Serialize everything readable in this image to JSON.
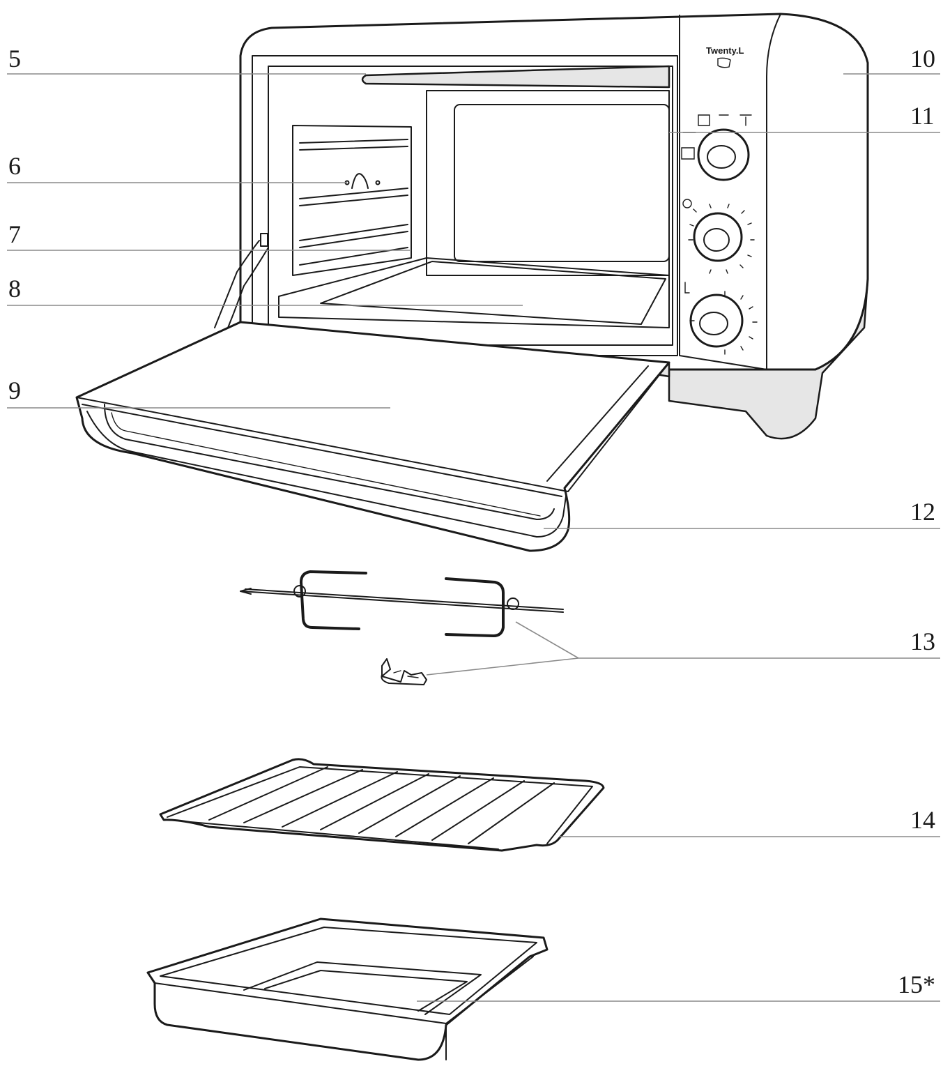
{
  "brand": {
    "name": "Twenty.L"
  },
  "callouts": [
    {
      "id": "5",
      "label": "5"
    },
    {
      "id": "6",
      "label": "6"
    },
    {
      "id": "7",
      "label": "7"
    },
    {
      "id": "8",
      "label": "8"
    },
    {
      "id": "9",
      "label": "9"
    },
    {
      "id": "10",
      "label": "10"
    },
    {
      "id": "11",
      "label": "11"
    },
    {
      "id": "12",
      "label": "12"
    },
    {
      "id": "13",
      "label": "13"
    },
    {
      "id": "14",
      "label": "14"
    },
    {
      "id": "15",
      "label": "15*"
    }
  ],
  "colors": {
    "ink": "#1a1a1a",
    "leader": "#8a8a8a",
    "shade": "#e6e6e6"
  }
}
